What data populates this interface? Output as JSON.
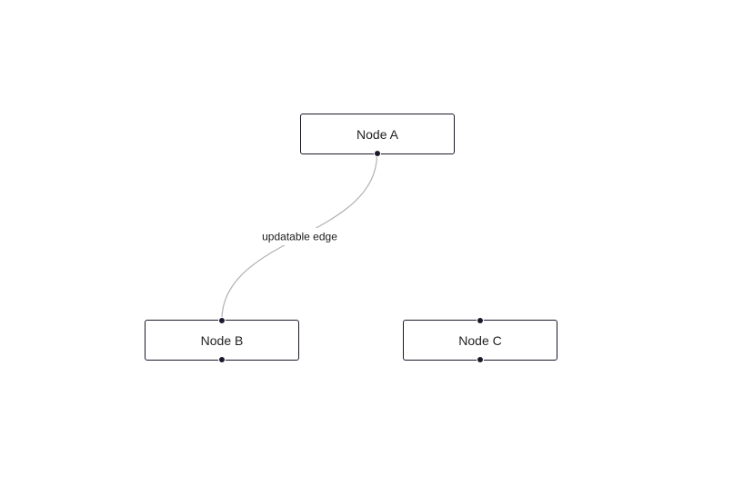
{
  "nodes": {
    "a": {
      "label": "Node A"
    },
    "b": {
      "label": "Node B"
    },
    "c": {
      "label": "Node C"
    }
  },
  "edges": [
    {
      "source": "Node A",
      "target": "Node B",
      "label": "updatable edge"
    }
  ],
  "colors": {
    "node_border": "#1a192b",
    "edge_stroke": "#b1b1b7",
    "background": "#ffffff"
  }
}
